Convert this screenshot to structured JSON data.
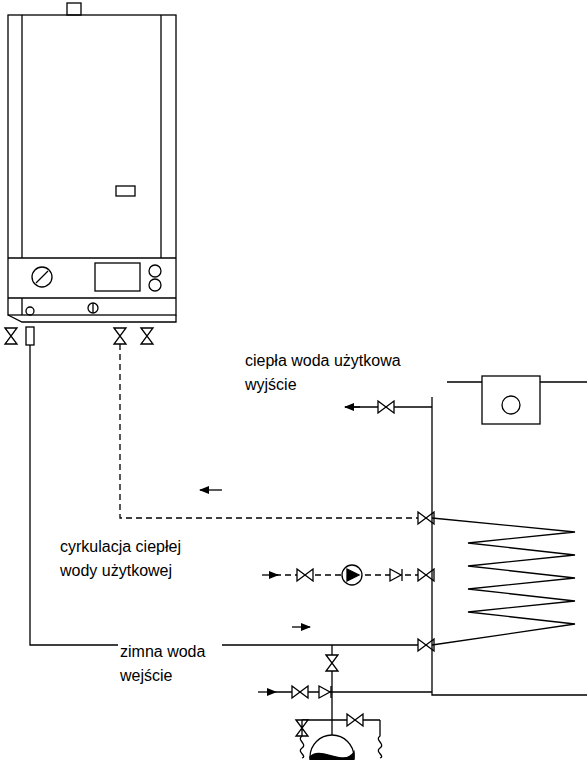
{
  "diagram": {
    "labels": [
      "ciepła woda użytkowa wyjście",
      "cyrkulacja ciepłej wody użytkowej",
      "zimna woda wejście"
    ]
  }
}
